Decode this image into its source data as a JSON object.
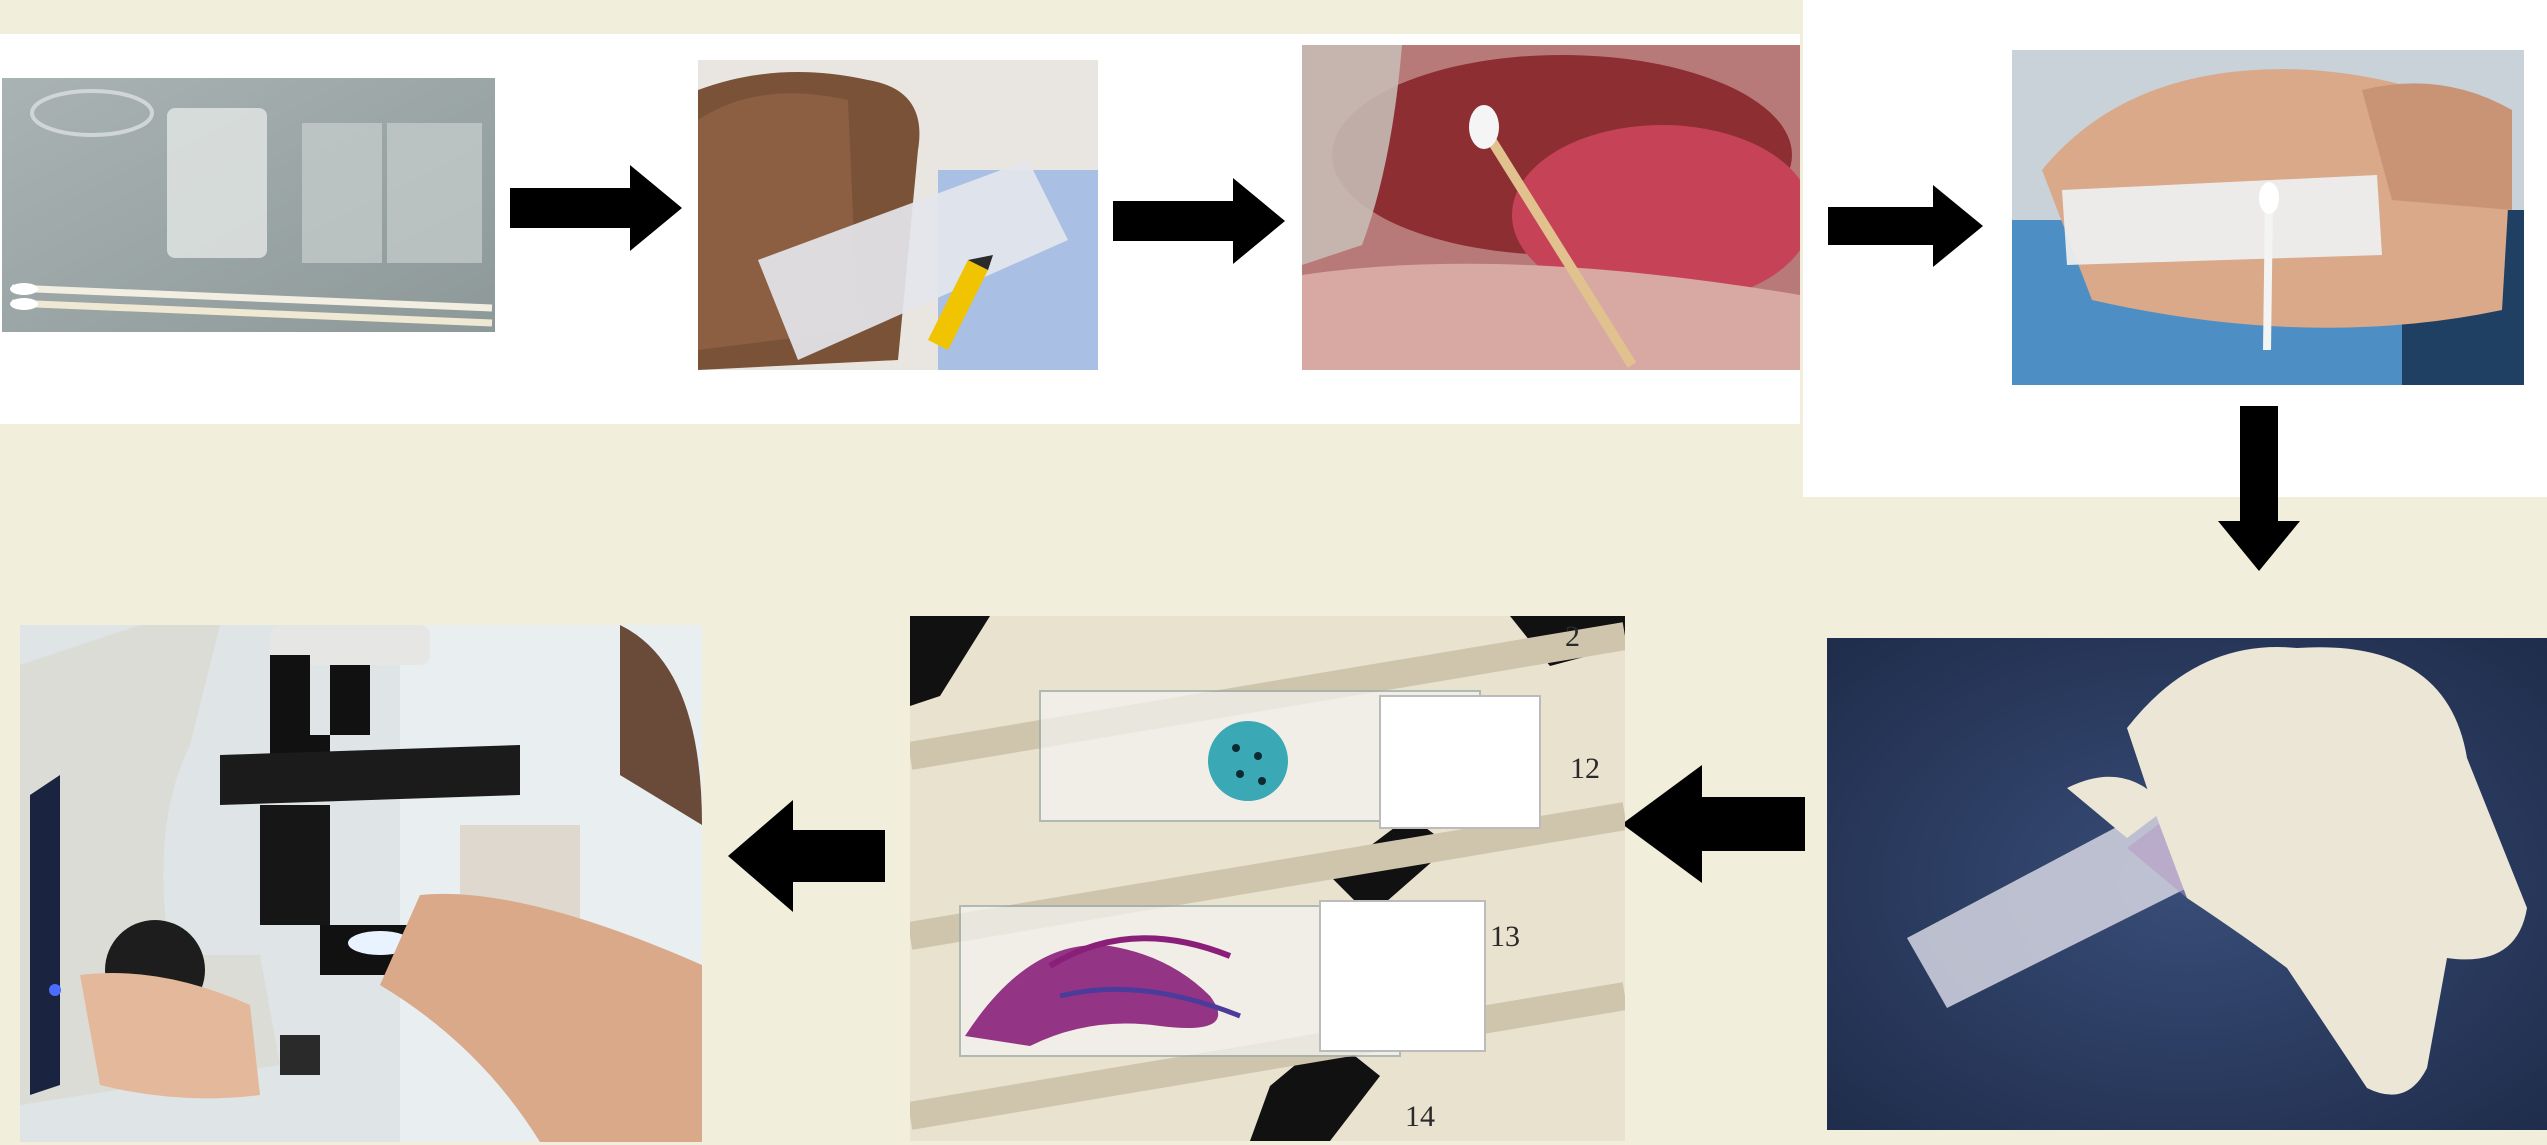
{
  "figure": {
    "steps": [
      {
        "icon": "slide-and-swabs-photo"
      },
      {
        "icon": "labeling-slide-photo"
      },
      {
        "icon": "oral-swab-collection-photo"
      },
      {
        "icon": "smearing-swab-on-slide-photo"
      },
      {
        "icon": "gloved-hand-holding-smear-slide-photo"
      },
      {
        "icon": "stained-slides-photo"
      },
      {
        "icon": "microscope-examination-photo"
      }
    ],
    "stained_slides": {
      "numbers": [
        "2",
        "12",
        "13",
        "14"
      ]
    },
    "colors": {
      "background": "#f1eedc",
      "arrow": "#000000",
      "stain_purple": "#8a1f7a",
      "stain_blue": "#3aa8b5"
    }
  }
}
